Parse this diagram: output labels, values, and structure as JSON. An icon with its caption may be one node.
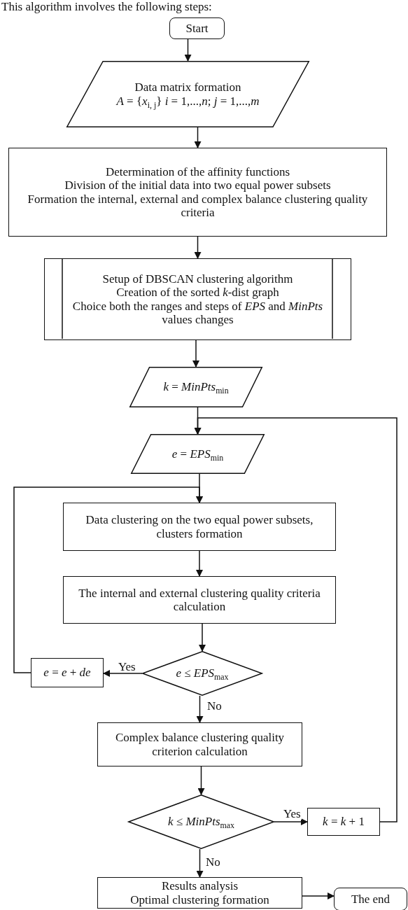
{
  "diagram": {
    "nodes": [
      {
        "text": [
          "Start"
        ]
      },
      {
        "text": [
          "Data matrix formation",
          "*A* = {*x*$_{i, j}$} *i* = 1,...,*n*; *j* = 1,...,*m*"
        ]
      },
      {
        "text": [
          "Determination of the affinity functions",
          "Division of the initial data into two equal power subsets",
          "Formation the internal, external and complex balance clustering quality criteria"
        ]
      },
      {
        "text": [
          "Setup of DBSCAN clustering algorithm",
          "Creation of the sorted *k*-dist graph",
          "Choice both the ranges and steps of *EPS* and *MinPts* values changes"
        ]
      },
      {
        "text": [
          "*k* = *MinPts*$_{min}$"
        ]
      },
      {
        "text": [
          "*e* = *EPS*$_{min}$"
        ]
      },
      {
        "text": [
          "Data clustering on the two equal power subsets, clusters formation"
        ]
      },
      {
        "text": [
          "The internal and external clustering quality criteria calculation"
        ]
      },
      {
        "text": [
          "*e* ≤ *EPS*$_{max}$"
        ]
      },
      {
        "text": [
          "*e* = *e* + *de*"
        ]
      },
      {
        "text": [
          "Complex balance clustering quality criterion calculation"
        ]
      },
      {
        "text": [
          "*k* ≤ *MinPts*$_{max}$"
        ]
      },
      {
        "text": [
          "*k* = *k* + 1"
        ]
      },
      {
        "text": [
          "Results analysis",
          "Optimal clustering formation"
        ]
      },
      {
        "text": [
          "The end"
        ]
      }
    ],
    "edges": [
      {
        "from": 0,
        "to": 1,
        "arrow": "to"
      },
      {
        "from": 1,
        "to": 2,
        "arrow": "to"
      },
      {
        "from": 2,
        "to": 3,
        "arrow": "to"
      },
      {
        "from": 3,
        "to": 4,
        "arrow": "to"
      },
      {
        "from": 4,
        "to": 5,
        "arrow": "to"
      },
      {
        "from": 5,
        "to": 6,
        "arrow": "to"
      },
      {
        "from": 6,
        "to": 7,
        "arrow": "to"
      },
      {
        "from": 7,
        "to": 8,
        "arrow": "to"
      },
      {
        "from": 8,
        "to": 9,
        "arrow": "to",
        "label": "Yes"
      },
      {
        "from": 9,
        "to": 6,
        "arrow": "to"
      },
      {
        "from": 8,
        "to": 10,
        "arrow": "to",
        "label": "No"
      },
      {
        "from": 10,
        "to": 11,
        "arrow": "to"
      },
      {
        "from": 11,
        "to": 12,
        "arrow": "to",
        "label": "Yes"
      },
      {
        "from": 12,
        "to": 5,
        "arrow": "to"
      },
      {
        "from": 11,
        "to": 13,
        "arrow": "to",
        "label": "No"
      },
      {
        "from": 13,
        "to": 14,
        "arrow": "to"
      }
    ],
    "labels": [
      "This algorithm involves the following steps:"
    ]
  }
}
